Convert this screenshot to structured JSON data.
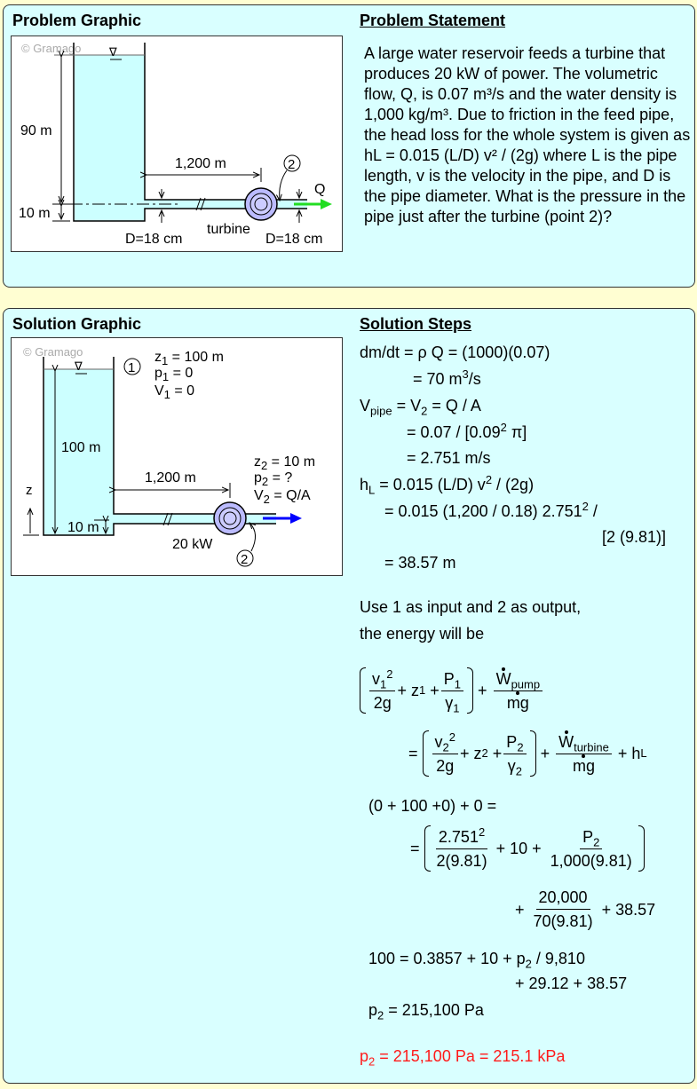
{
  "problem": {
    "graphic_title": "Problem Graphic",
    "statement_title": "Problem Statement",
    "statement": "A large water reservoir feeds a turbine that produces 20 kW of power. The volumetric flow, Q, is 0.07 m³/s and the water density is 1,000 kg/m³. Due to friction in the feed pipe, the head loss for the whole system is given as hL = 0.015 (L/D) v² / (2g) where L is the pipe length, v is the velocity in the pipe, and D is the pipe diameter. What is the pressure in the pipe just after the turbine (point 2)?",
    "diagram": {
      "watermark": "© Gramago",
      "surface_symbol": "∇",
      "height_upper": "90 m",
      "height_lower": "10 m",
      "length": "1,200 m",
      "diameter_in": "D=18 cm",
      "diameter_out": "D=18 cm",
      "turbine": "turbine",
      "point2": "2",
      "flow": "Q"
    }
  },
  "solution": {
    "graphic_title": "Solution Graphic",
    "steps_title": "Solution Steps",
    "diagram": {
      "watermark": "© Gramago",
      "surface_symbol": "∇",
      "point1": "1",
      "point2": "2",
      "z1": "z",
      "z1_sub": "1",
      "z1_val": " = 100 m",
      "p1": "p",
      "p1_sub": "1",
      "p1_val": " = 0",
      "v1": "V",
      "v1_sub": "1",
      "v1_val": " = 0",
      "z2": "z",
      "z2_sub": "2",
      "z2_val": " = 10 m",
      "p2": "p",
      "p2_sub": "2",
      "p2_val": " = ?",
      "v2": "V",
      "v2_sub": "2",
      "v2_val": " = Q/A",
      "height": "100 m",
      "height_lower": "10 m",
      "length": "1,200 m",
      "power": "20 kW",
      "z_axis": "z"
    },
    "steps": {
      "l1": "dm/dt = ρ Q = (1000)(0.07)",
      "l2a": "= 70 m",
      "l2b": "3",
      "l2c": "/s",
      "l3a": "V",
      "l3b": "pipe",
      "l3c": " = V",
      "l3d": "2",
      "l3e": " = Q / A",
      "l4a": "= 0.07 / [0.09",
      "l4b": "2",
      "l4c": " π]",
      "l5": "= 2.751 m/s",
      "l6a": "h",
      "l6b": "L",
      "l6c": " = 0.015 (L/D) v",
      "l6d": "2",
      "l6e": " / (2g)",
      "l7a": "= 0.015 (1,200 / 0.18) 2.751",
      "l7b": "2",
      "l7c": " /",
      "l8": "[2 (9.81)]",
      "l9": "= 38.57 m",
      "p1": "Use 1 as input and 2 as output,",
      "p2": "the energy will be",
      "eq": {
        "v": "v",
        "s1": "1",
        "s2": "2",
        "sq": "2",
        "twog": "2g",
        "plus": "+",
        "z": "z",
        "P": "P",
        "gamma": "γ",
        "W": "W",
        "pump": "pump",
        "turbine": "turbine",
        "mg": "mg",
        "eq": "=",
        "hL": "h",
        "L": "L"
      },
      "sub1": "(0 + 100 +0) + 0 =",
      "sub2_eq": "=",
      "sub2_num1": "2.751",
      "sub2_num1_sq": "2",
      "sub2_den1": "2(9.81)",
      "sub2_mid": "+ 10 +",
      "sub2_num2": "P",
      "sub2_num2_sub": "2",
      "sub2_den2": "1,000(9.81)",
      "sub3_plus": "+",
      "sub3_num": "20,000",
      "sub3_den": "70(9.81)",
      "sub3_tail": "+ 38.57",
      "sub4a": "100 = 0.3857 + 10 + p",
      "sub4b": "2",
      "sub4c": " / 9,810",
      "sub5": "+ 29.12 + 38.57",
      "sub6a": "p",
      "sub6b": "2",
      "sub6c": " = 215,100 Pa",
      "ans_a": "p",
      "ans_b": "2",
      "ans_c": " = 215,100 Pa = 215.1 kPa"
    }
  },
  "colors": {
    "panel": "#d9ffff",
    "water": "#ccffff",
    "answer": "#ff1a1a",
    "flow_arrow_problem": "#22dd22",
    "flow_arrow_solution": "#0000ff"
  }
}
